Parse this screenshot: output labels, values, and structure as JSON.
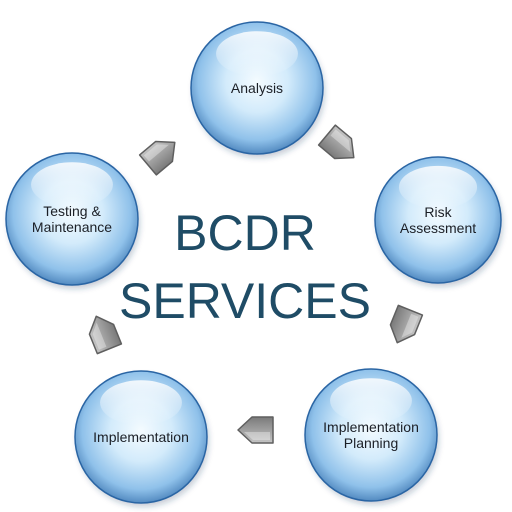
{
  "center": {
    "line1": "BCDR",
    "line2": "SERVICES"
  },
  "nodes": [
    {
      "id": "analysis",
      "lines": [
        "Analysis"
      ]
    },
    {
      "id": "risk-assessment",
      "lines": [
        "Risk",
        "Assessment"
      ]
    },
    {
      "id": "implementation-planning",
      "lines": [
        "Implementation",
        "Planning"
      ]
    },
    {
      "id": "implementation",
      "lines": [
        "Implementation"
      ]
    },
    {
      "id": "testing-maintenance",
      "lines": [
        "Testing &",
        "Maintenance"
      ]
    }
  ],
  "edges": [
    {
      "from": "analysis",
      "to": "risk-assessment"
    },
    {
      "from": "risk-assessment",
      "to": "implementation-planning"
    },
    {
      "from": "implementation-planning",
      "to": "implementation"
    },
    {
      "from": "implementation",
      "to": "testing-maintenance"
    },
    {
      "from": "testing-maintenance",
      "to": "analysis"
    }
  ],
  "colors": {
    "center_text": "#1f4c66",
    "node_edge": "#2a65a4",
    "node_light": "#e9f5fd",
    "node_mid": "#9bc9ec",
    "arrow_fill": "#9a9a9a",
    "arrow_stroke": "#5f5f5f",
    "label": "#1b1f26"
  }
}
